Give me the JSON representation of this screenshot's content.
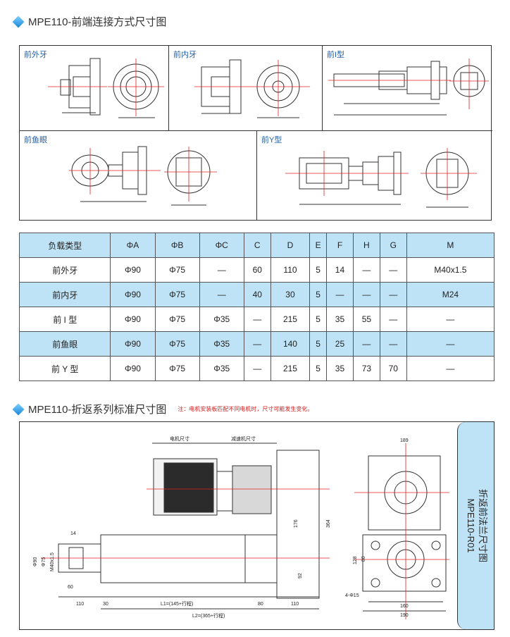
{
  "section1": {
    "title": "MPE110-前端连接方式尺寸图"
  },
  "panels": [
    {
      "label": "前外牙"
    },
    {
      "label": "前内牙"
    },
    {
      "label": "前I型"
    },
    {
      "label": "前鱼眼"
    },
    {
      "label": "前Y型"
    }
  ],
  "table": {
    "headers": [
      "负载类型",
      "ΦA",
      "ΦB",
      "ΦC",
      "C",
      "D",
      "E",
      "F",
      "H",
      "G",
      "M"
    ],
    "rows": [
      [
        "前外牙",
        "Φ90",
        "Φ75",
        "—",
        "60",
        "110",
        "5",
        "14",
        "—",
        "—",
        "M40x1.5"
      ],
      [
        "前内牙",
        "Φ90",
        "Φ75",
        "—",
        "40",
        "30",
        "5",
        "—",
        "—",
        "—",
        "M24"
      ],
      [
        "前 I 型",
        "Φ90",
        "Φ75",
        "Φ35",
        "—",
        "215",
        "5",
        "35",
        "55",
        "—",
        "—"
      ],
      [
        "前鱼眼",
        "Φ90",
        "Φ75",
        "Φ35",
        "—",
        "140",
        "5",
        "25",
        "—",
        "—",
        "—"
      ],
      [
        "前 Y 型",
        "Φ90",
        "Φ75",
        "Φ35",
        "—",
        "215",
        "5",
        "35",
        "73",
        "70",
        "—"
      ]
    ]
  },
  "section2": {
    "title": "MPE110-折返系列标准尺寸图",
    "note": "注：电机安装板匹配不同电机时，尺寸可能发生变化。"
  },
  "drawing": {
    "motor_label": "电机尺寸",
    "reducer_label": "减速机尺寸",
    "dims": {
      "d176": "176",
      "d364": "364",
      "d92": "92",
      "d14": "14",
      "d60": "60",
      "d110a": "110",
      "d30": "30",
      "l1": "L1=(145+行程)",
      "d80": "80",
      "d110b": "110",
      "l2": "L2=(365+行程)",
      "phi90": "Φ90",
      "phi75": "Φ75",
      "m40": "M40x1.5",
      "d189": "189",
      "d128": "128",
      "d80b": "80",
      "holes": "4-Φ15",
      "d160": "160",
      "d190": "190"
    },
    "side_tab": {
      "line1": "折返前法兰尺寸图",
      "line2": "MPE110-R01"
    }
  },
  "colors": {
    "accent_blue": "#bfe3f6",
    "label_blue": "#1f5fa8",
    "note_red": "#d21f1f",
    "center_red": "#e02020"
  }
}
